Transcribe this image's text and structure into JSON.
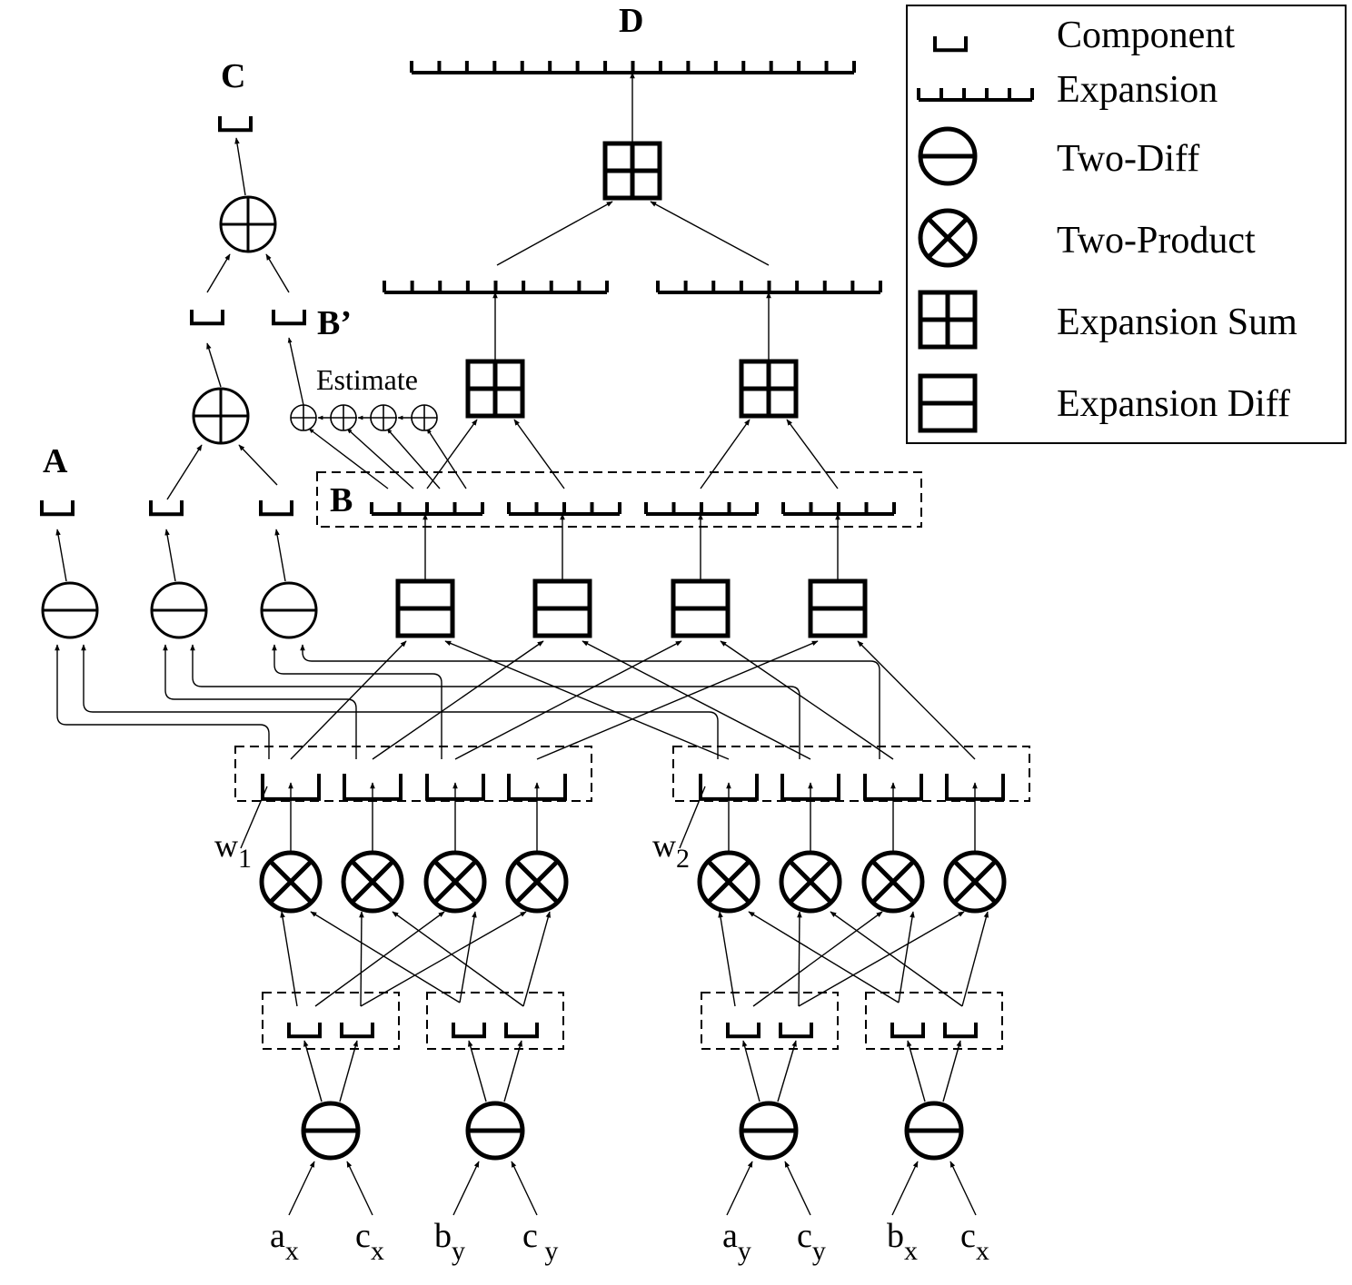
{
  "labels": {
    "A": "A",
    "B": "B",
    "B_prime": "B’",
    "C": "C",
    "D": "D",
    "estimate": "Estimate"
  },
  "inputs": [
    {
      "base": "a",
      "sub": "x"
    },
    {
      "base": "c",
      "sub": "x"
    },
    {
      "base": "b",
      "sub": "y"
    },
    {
      "base": "c",
      "sub": " y"
    },
    {
      "base": "a",
      "sub": "y"
    },
    {
      "base": "c",
      "sub": "y"
    },
    {
      "base": "b",
      "sub": "x"
    },
    {
      "base": "c",
      "sub": "x"
    }
  ],
  "w_labels": [
    {
      "base": "w",
      "sub": "1"
    },
    {
      "base": "w",
      "sub": "2"
    }
  ],
  "legend": {
    "component": "Component",
    "expansion": "Expansion",
    "two_diff": "Two-Diff",
    "two_product": "Two-Product",
    "expansion_sum": "Expansion Sum",
    "expansion_diff": "Expansion Diff"
  }
}
